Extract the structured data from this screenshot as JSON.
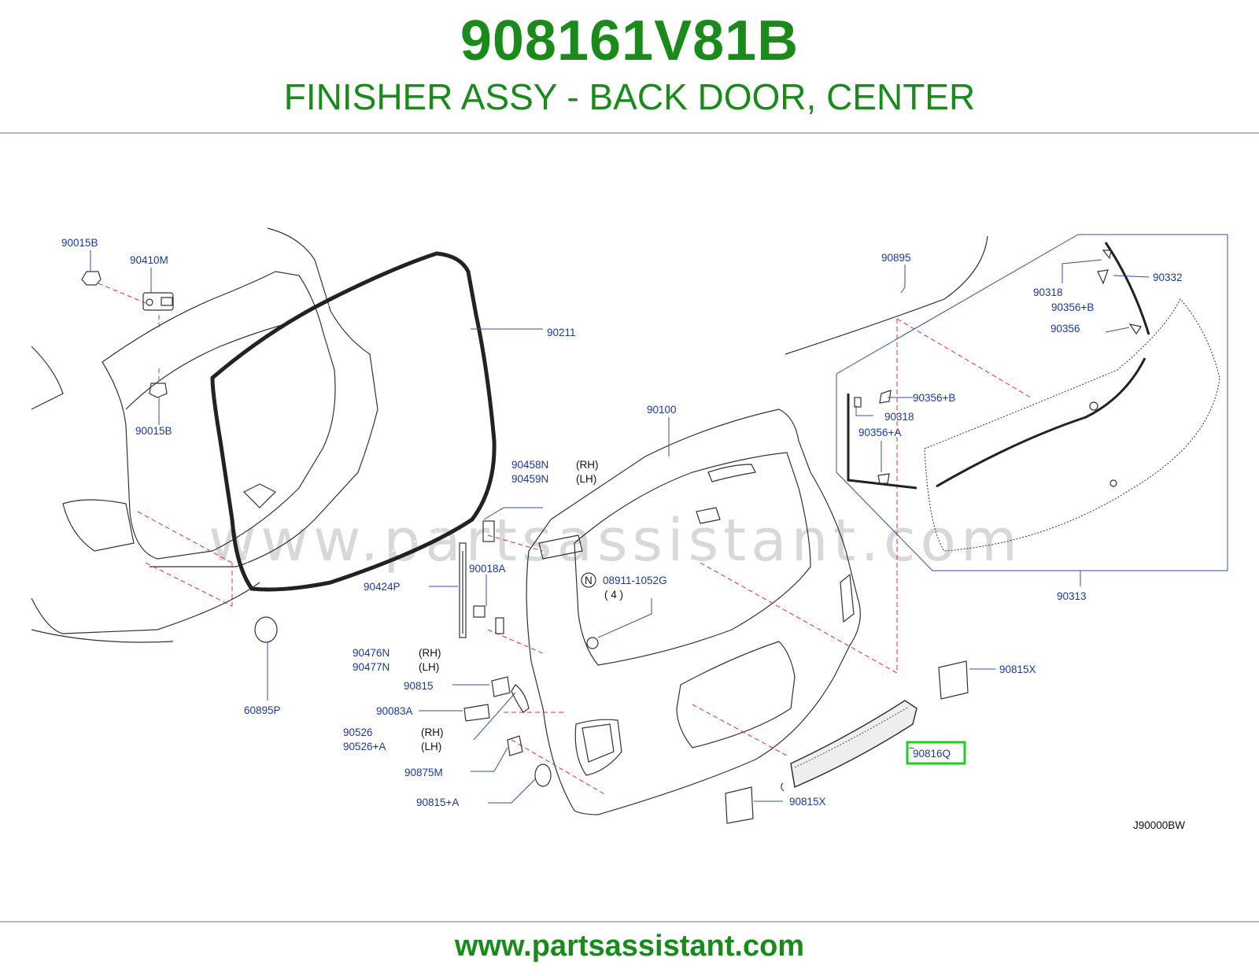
{
  "header": {
    "part_number": "908161V81B",
    "description": "FINISHER ASSY - BACK DOOR, CENTER"
  },
  "footer": {
    "url": "www.partsassistant.com"
  },
  "diagram": {
    "watermark": "www.partsassistant.com",
    "code": "J90000BW",
    "highlight_color": "#22cc22",
    "labels": {
      "p90015B_top": "90015B",
      "p90410M": "90410M",
      "p90015B_bottom": "90015B",
      "p90211": "90211",
      "p90895": "90895",
      "p90318_top": "90318",
      "p90332": "90332",
      "p90356B_top": "90356+B",
      "p90356": "90356",
      "p90356B_mid": "90356+B",
      "p90318_mid": "90318",
      "p90356A": "90356+A",
      "p90100": "90100",
      "p90458N": "90458N",
      "p90458N_side": "(RH)",
      "p90459N": "90459N",
      "p90459N_side": "(LH)",
      "p90018A": "90018A",
      "p90424P": "90424P",
      "p08911_n": "N",
      "p08911": "08911-1052G",
      "p08911_qty": "( 4 )",
      "p90313": "90313",
      "p90476N": "90476N",
      "p90476N_side": "(RH)",
      "p90477N": "90477N",
      "p90477N_side": "(LH)",
      "p90815": "90815",
      "p90815X_right": "90815X",
      "p60895P": "60895P",
      "p90083A": "90083A",
      "p90526": "90526",
      "p90526_side": "(RH)",
      "p90526A": "90526+A",
      "p90526A_side": "(LH)",
      "p90816Q": "90816Q",
      "p90875M": "90875M",
      "p90815A": "90815+A",
      "p90815X_bottom": "90815X"
    }
  }
}
